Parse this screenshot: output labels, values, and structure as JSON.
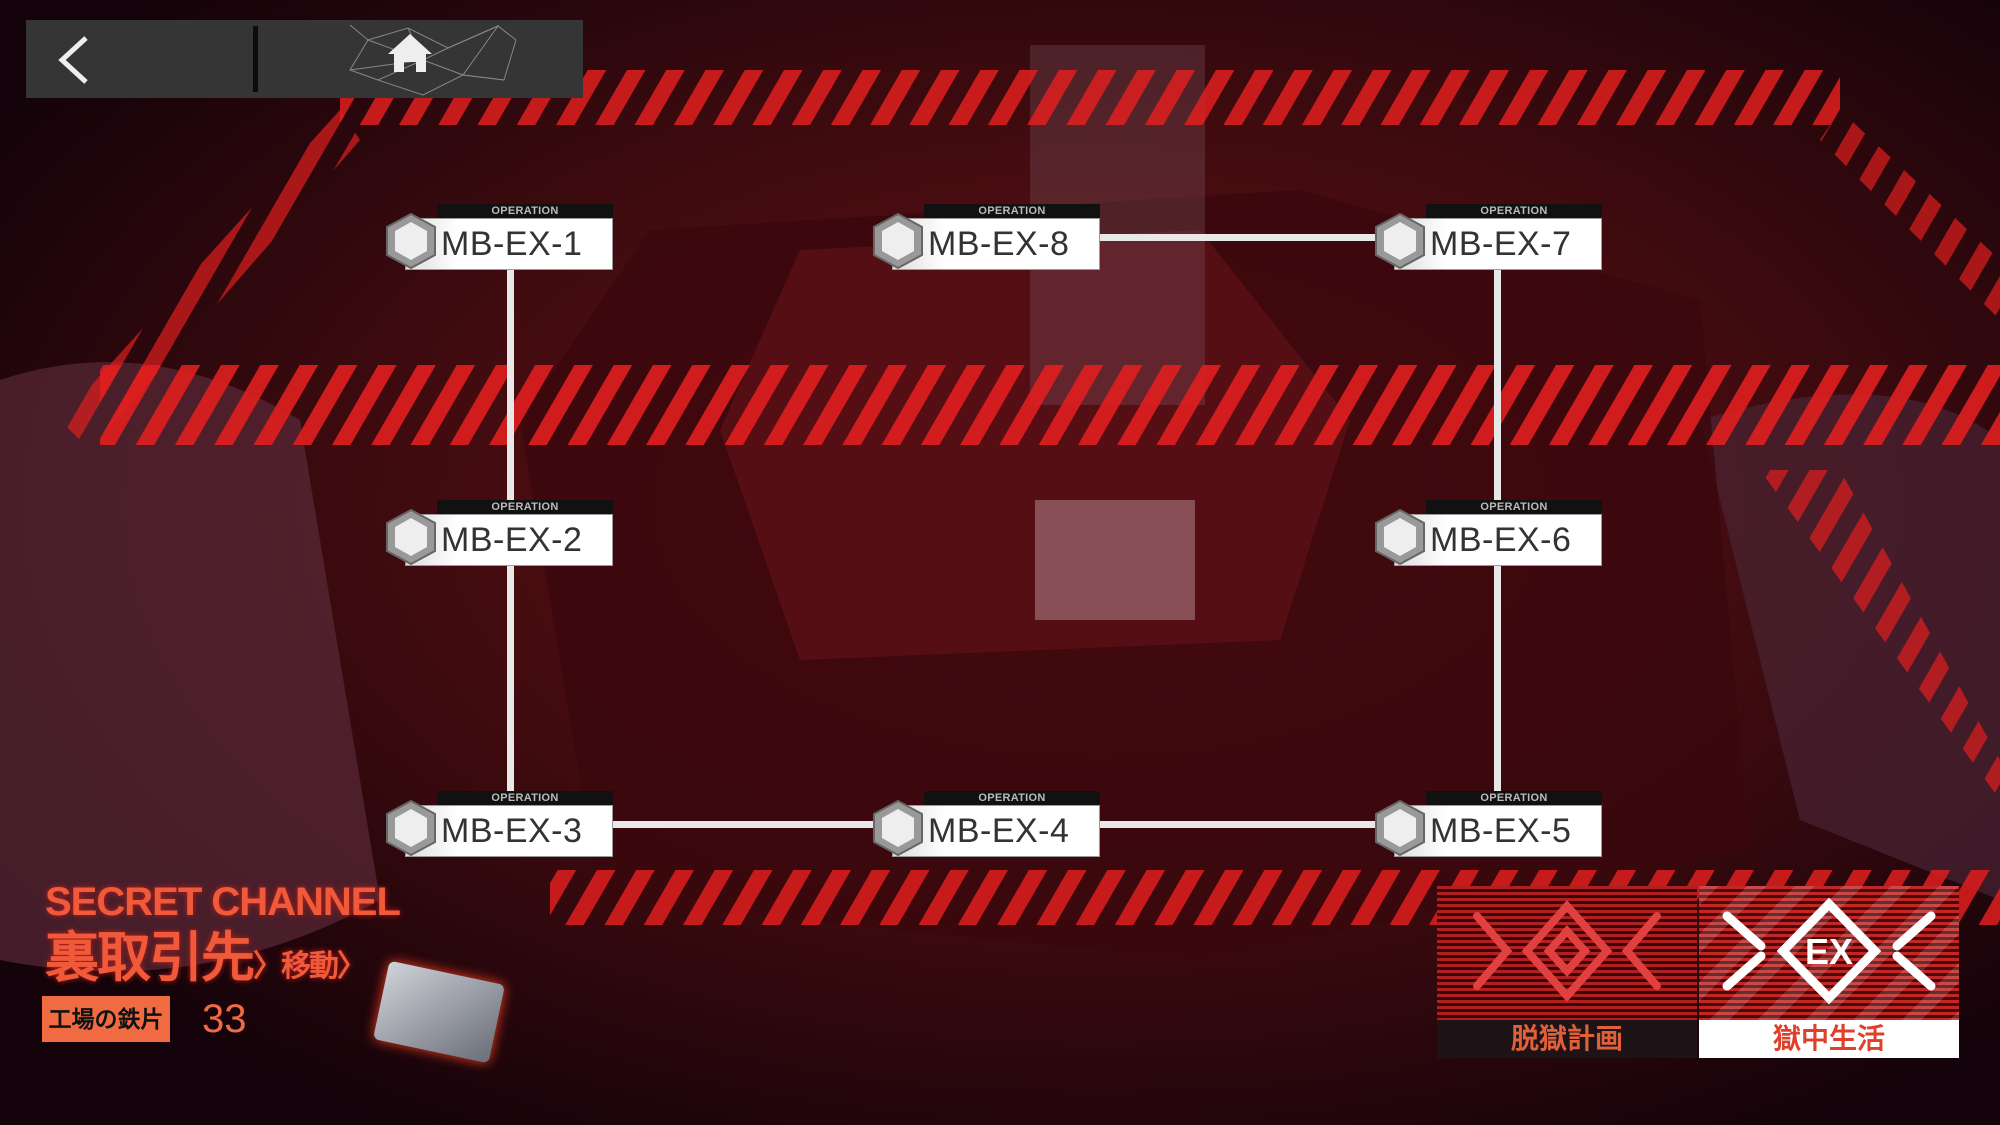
{
  "nav": {
    "back_icon": "chevron-left-icon",
    "home_icon": "home-icon"
  },
  "nodes": [
    {
      "header": "OPERATION",
      "label": "MB-EX-1"
    },
    {
      "header": "OPERATION",
      "label": "MB-EX-8"
    },
    {
      "header": "OPERATION",
      "label": "MB-EX-7"
    },
    {
      "header": "OPERATION",
      "label": "MB-EX-2"
    },
    {
      "header": "OPERATION",
      "label": "MB-EX-6"
    },
    {
      "header": "OPERATION",
      "label": "MB-EX-3"
    },
    {
      "header": "OPERATION",
      "label": "MB-EX-4"
    },
    {
      "header": "OPERATION",
      "label": "MB-EX-5"
    }
  ],
  "secret": {
    "title": "SECRET CHANNEL",
    "jp": "裏取引先",
    "jp_small": "〉移動〉",
    "item_label": "工場の鉄片",
    "count": "33"
  },
  "modes": {
    "escape": "脱獄計画",
    "prison_life": "獄中生活",
    "ex_badge": "EX"
  },
  "colors": {
    "accent": "#f05a3a",
    "bar": "#353535"
  }
}
